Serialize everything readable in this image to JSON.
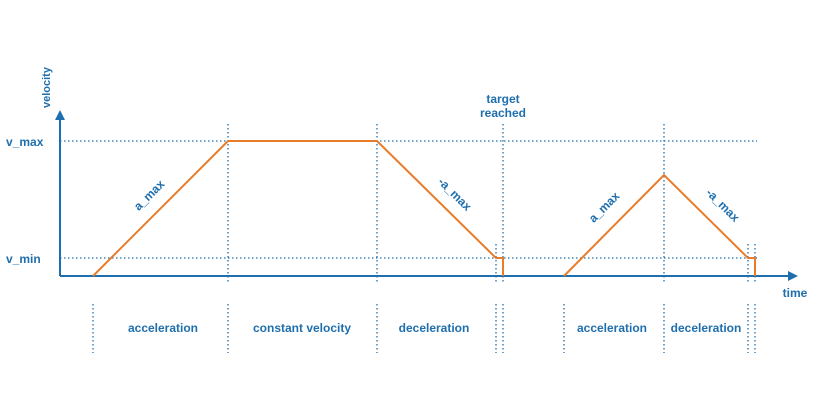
{
  "axes": {
    "y_label": "velocity",
    "x_label": "time",
    "v_max_label": "v_max",
    "v_min_label": "v_min"
  },
  "annotations": {
    "target_line1": "target",
    "target_line2": "reached",
    "slope_up_1": "a_max",
    "slope_down_1": "-a_max",
    "slope_up_2": "a_max",
    "slope_down_2": "-a_max"
  },
  "phases": {
    "p1": "acceleration",
    "p2": "constant velocity",
    "p3": "deceleration",
    "p4": "acceleration",
    "p5": "deceleration"
  },
  "colors": {
    "axis": "#1f6fae",
    "profile": "#e87c2a"
  }
}
